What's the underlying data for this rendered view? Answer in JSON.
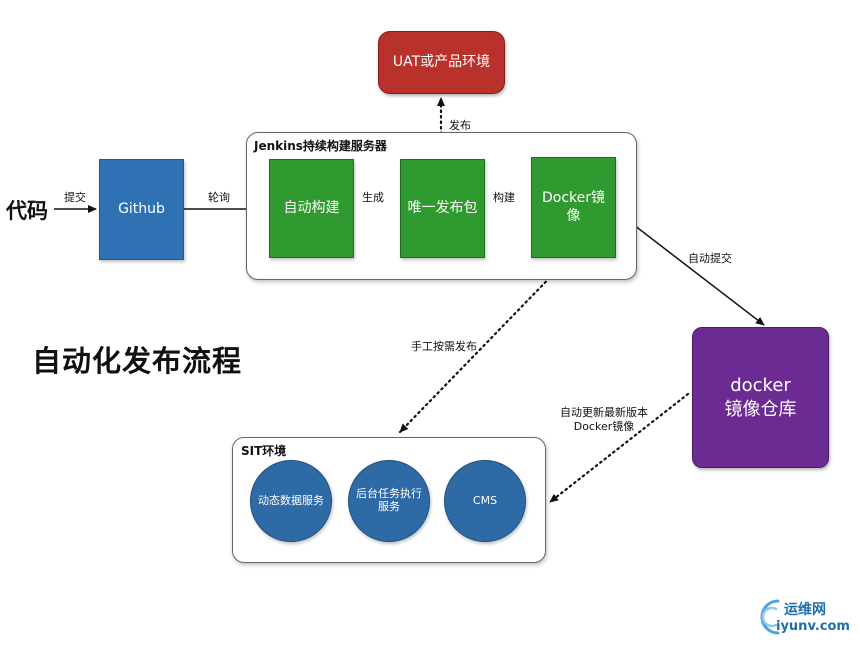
{
  "source_label": "代码",
  "main_title": "自动化发布流程",
  "nodes": {
    "github": "Github",
    "auto_build": "自动构建",
    "unique_package": "唯一发布包",
    "docker_image": "Docker镜\n像",
    "uat": "UAT或产品环境",
    "registry": "docker\n镜像仓库"
  },
  "groups": {
    "jenkins": "Jenkins持续构建服务器",
    "sit": "SIT环境"
  },
  "sit_services": [
    "动态数据服务",
    "后台任务执行\n服务",
    "CMS"
  ],
  "edge_labels": {
    "submit": "提交",
    "poll": "轮询",
    "generate": "生成",
    "build": "构建",
    "publish": "发布",
    "auto_submit": "自动提交",
    "manual_publish": "手工按需发布",
    "auto_update": "自动更新最新版本\nDocker镜像"
  },
  "watermark": {
    "name": "运维网",
    "url": "iyunv.com"
  },
  "colors": {
    "build_node": "#2f9a2f",
    "source_node": "#2f72b3",
    "uat_node": "#b8312a",
    "registry_node": "#6b2b92",
    "service_node": "#2d6aa6"
  }
}
